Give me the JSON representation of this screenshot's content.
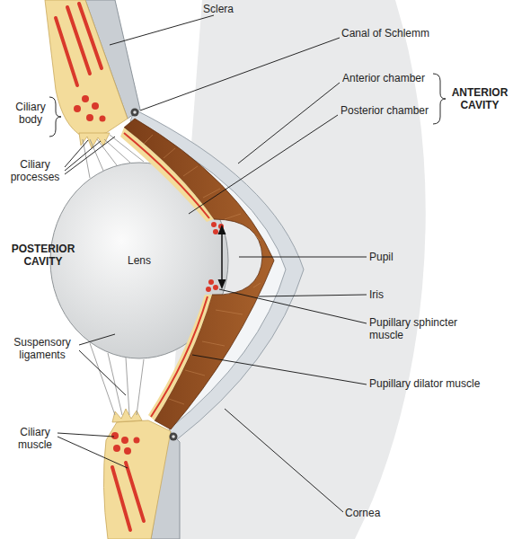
{
  "diagram": {
    "nodes": [
      {
        "text": [
          "Lens"
        ]
      }
    ],
    "labels": [
      "Sclera",
      "Canal of Schlemm",
      "Ciliary body",
      "Ciliary processes",
      "Anterior chamber",
      "ANTERIOR CAVITY",
      "Posterior chamber",
      "POSTERIOR CAVITY",
      "Pupil",
      "Iris",
      "Pupillary sphincter muscle",
      "Suspensory ligaments",
      "Pupillary dilator muscle",
      "Ciliary muscle",
      "Cornea"
    ]
  }
}
